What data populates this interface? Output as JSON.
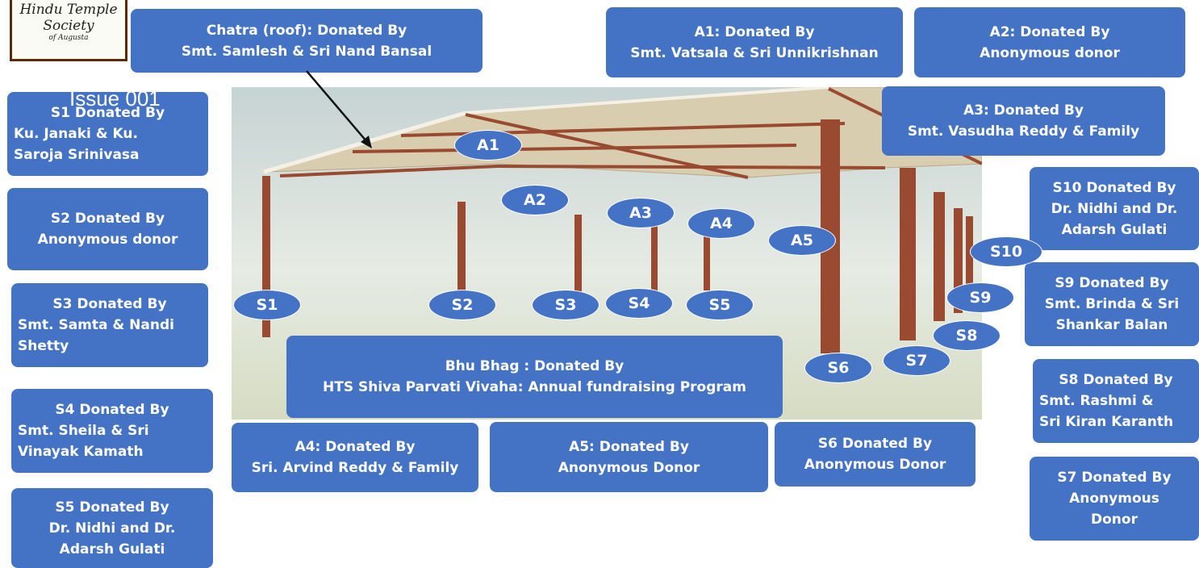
{
  "logo": {
    "line1": "Hindu Temple",
    "line2": "Society",
    "line3": "of Augusta"
  },
  "issue_label": "Issue 001",
  "chatra": {
    "lines": [
      "Chatra (roof): Donated By",
      "Smt. Samlesh & Sri Nand Bansal"
    ]
  },
  "boxes": {
    "a1": [
      "A1: Donated By",
      "Smt. Vatsala & Sri Unnikrishnan"
    ],
    "a2": [
      "A2: Donated By",
      "Anonymous donor"
    ],
    "a3": [
      "A3: Donated By",
      "Smt. Vasudha Reddy & Family"
    ],
    "a4": [
      "A4: Donated By",
      "Sri. Arvind Reddy & Family"
    ],
    "a5": [
      "A5: Donated By",
      "Anonymous Donor"
    ],
    "s1": [
      "S1 Donated By",
      "Ku. Janaki & Ku.",
      "Saroja Srinivasa"
    ],
    "s2": [
      "S2 Donated By",
      "Anonymous donor"
    ],
    "s3": [
      "S3 Donated By",
      "Smt. Samta & Nandi",
      "Shetty"
    ],
    "s4": [
      "S4 Donated By",
      "Smt. Sheila & Sri",
      "Vinayak Kamath"
    ],
    "s5": [
      "S5 Donated By",
      "Dr. Nidhi and Dr.",
      "Adarsh Gulati"
    ],
    "s6": [
      "S6 Donated By",
      "Anonymous Donor"
    ],
    "s7": [
      "S7 Donated By",
      "Anonymous",
      "Donor"
    ],
    "s8": [
      "S8 Donated By",
      "Smt. Rashmi &",
      "Sri Kiran Karanth"
    ],
    "s9": [
      "S9 Donated By",
      "Smt. Brinda & Sri",
      "Shankar Balan"
    ],
    "s10": [
      "S10 Donated By",
      "Dr. Nidhi and Dr.",
      "Adarsh Gulati"
    ],
    "bhu": [
      "Bhu Bhag : Donated By",
      "HTS Shiva Parvati Vivaha: Annual fundraising Program"
    ]
  },
  "labels": {
    "A1": "A1",
    "A2": "A2",
    "A3": "A3",
    "A4": "A4",
    "A5": "A5",
    "S1": "S1",
    "S2": "S2",
    "S3": "S3",
    "S4": "S4",
    "S5": "S5",
    "S6": "S6",
    "S7": "S7",
    "S8": "S8",
    "S9": "S9",
    "S10": "S10"
  },
  "colors": {
    "box": "#4472c4",
    "steel": "#9a4a30",
    "roof": "#d9cdb0"
  }
}
